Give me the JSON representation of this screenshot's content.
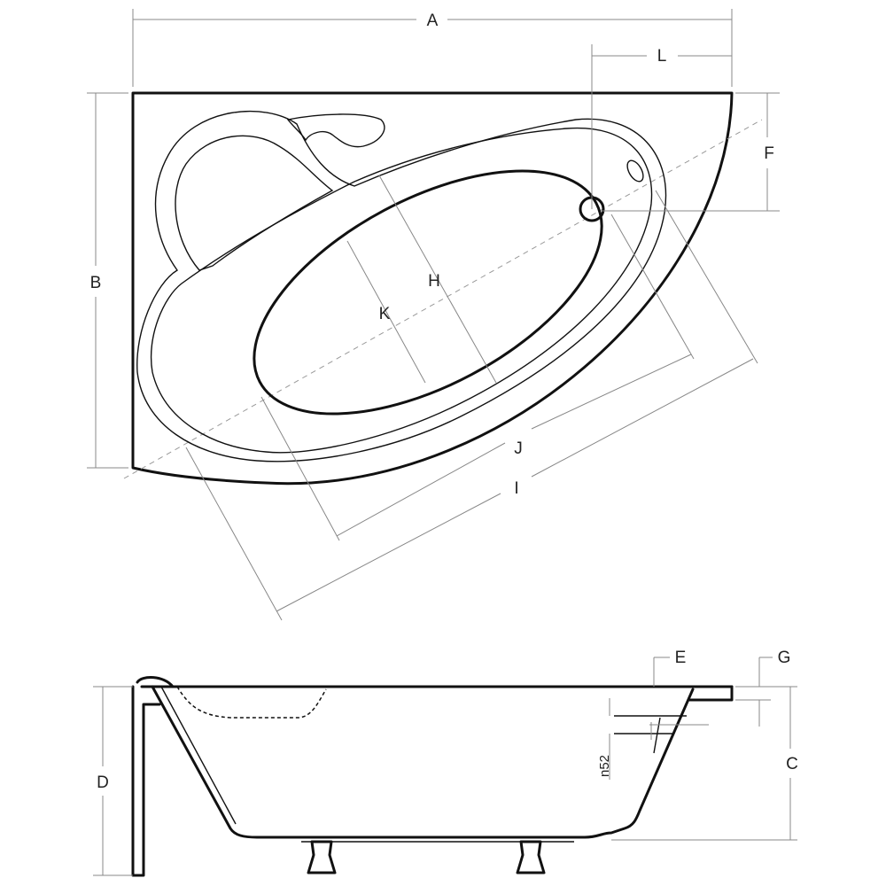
{
  "dimension_labels": {
    "A": "A",
    "B": "B",
    "C": "C",
    "D": "D",
    "E": "E",
    "F": "F",
    "G": "G",
    "H": "H",
    "I": "I",
    "J": "J",
    "K": "K",
    "L": "L"
  },
  "overflow_label": "n52",
  "colors": {
    "line": "#111111",
    "dimension": "#888888",
    "background": "#ffffff"
  }
}
